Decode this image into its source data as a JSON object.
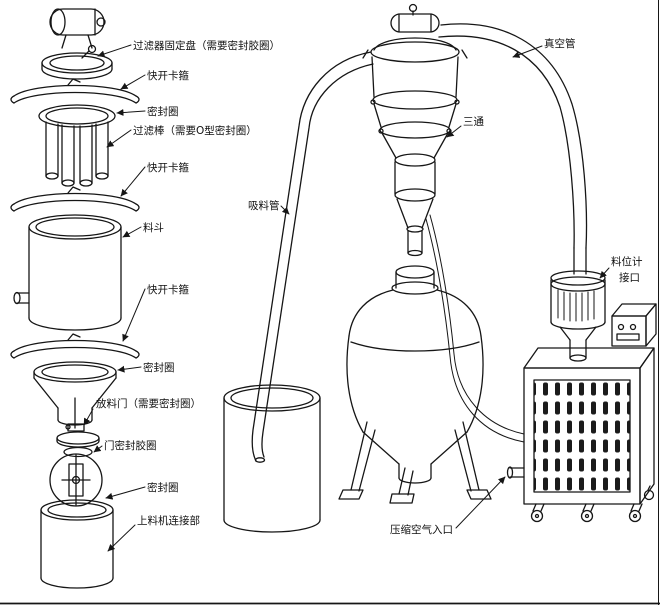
{
  "diagram": {
    "colors": {
      "ink": "#161616",
      "paper": "#ffffff"
    },
    "labels": {
      "filter_plate": "过滤器固定盘（需要密封胶圈）",
      "quick_clamp": "快开卡箍",
      "seal_ring": "密封圈",
      "filter_rod": "过滤棒（需要O型密封圈）",
      "hopper": "料斗",
      "discharge_door": "放料门（需要密封圈）",
      "door_seal": "门密封胶圈",
      "loader_connection": "上料机连接部",
      "suction_pipe": "吸料管",
      "vacuum_pipe": "真空管",
      "tee": "三通",
      "level_gauge_line1": "料位计",
      "level_gauge_line2": "接口",
      "air_inlet": "压缩空气入口"
    }
  }
}
